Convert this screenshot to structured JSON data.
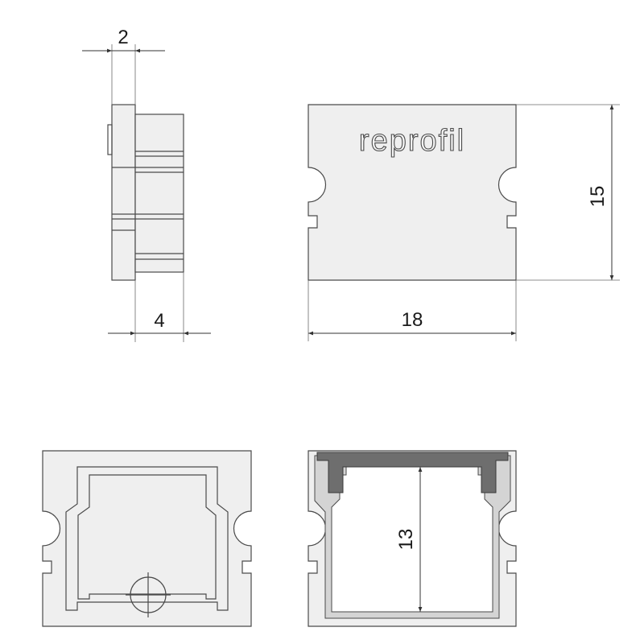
{
  "brand": {
    "logo_text": "reprofil"
  },
  "dimensions": {
    "side_tab_width": "2",
    "side_depth": "4",
    "front_width": "18",
    "front_height": "15",
    "profile_inner_height": "13"
  },
  "colors": {
    "line": "#4a4a4a",
    "cap_fill": "#efefef",
    "profile_fill": "#d4d4d4",
    "diffuser_fill": "#6e6e6e"
  }
}
